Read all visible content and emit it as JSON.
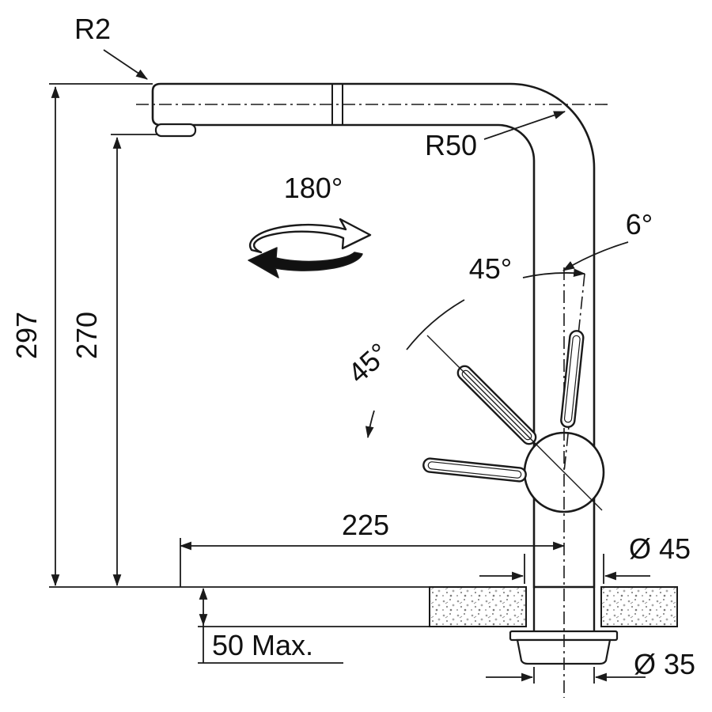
{
  "colors": {
    "ink": "#1a1a1a",
    "background": "#ffffff",
    "speckle": "#8f8f8f"
  },
  "labels": {
    "tip_radius": "R2",
    "bend_radius": "R50",
    "swivel_range": "180°",
    "spout_tilt": "6°",
    "handle_angle_upper": "45°",
    "handle_angle_lower": "45°",
    "overall_height": "297",
    "outlet_height": "270",
    "spout_reach": "225",
    "body_diameter": "Ø 45",
    "max_worktop_thickness": "50 Max.",
    "mounting_hole_diameter": "Ø 35"
  }
}
